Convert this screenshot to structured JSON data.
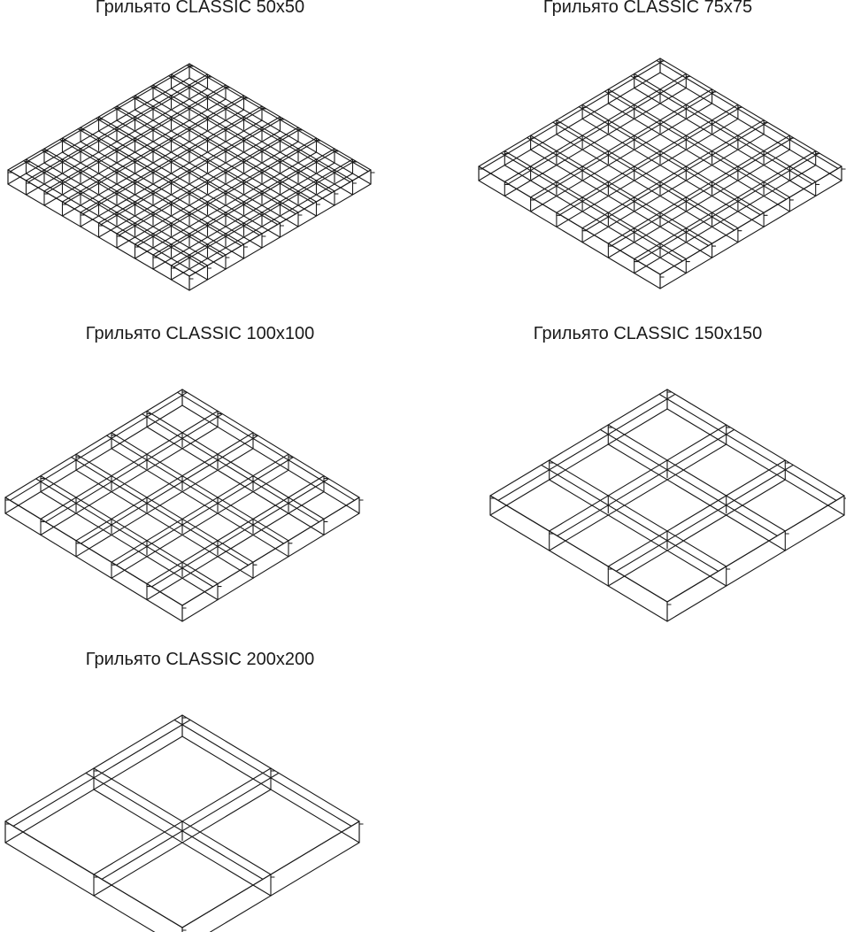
{
  "products": [
    {
      "caption": "Грильято CLASSIC 50x50",
      "cells": 10
    },
    {
      "caption": "Грильято CLASSIC 75x75",
      "cells": 7
    },
    {
      "caption": "Грильято CLASSIC 100x100",
      "cells": 5
    },
    {
      "caption": "Грильято CLASSIC 150x150",
      "cells": 3
    },
    {
      "caption": "Грильято CLASSIC 200x200",
      "cells": 2
    }
  ]
}
